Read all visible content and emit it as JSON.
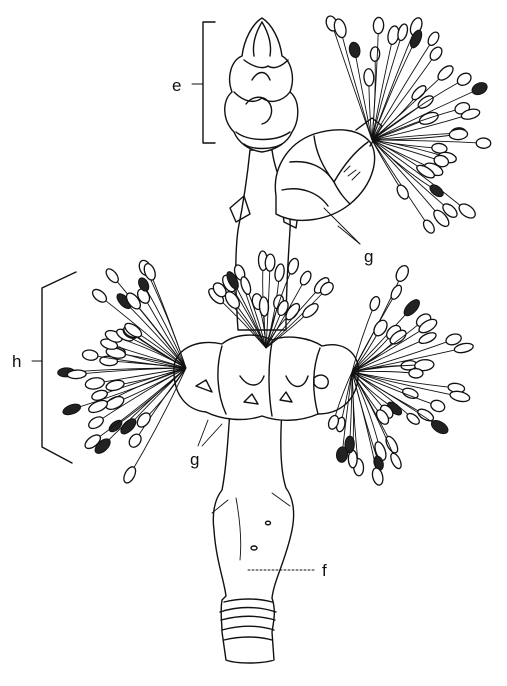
{
  "labels": {
    "e": "e",
    "f": "f",
    "g_upper": "g",
    "g_lower": "g",
    "h": "h"
  }
}
